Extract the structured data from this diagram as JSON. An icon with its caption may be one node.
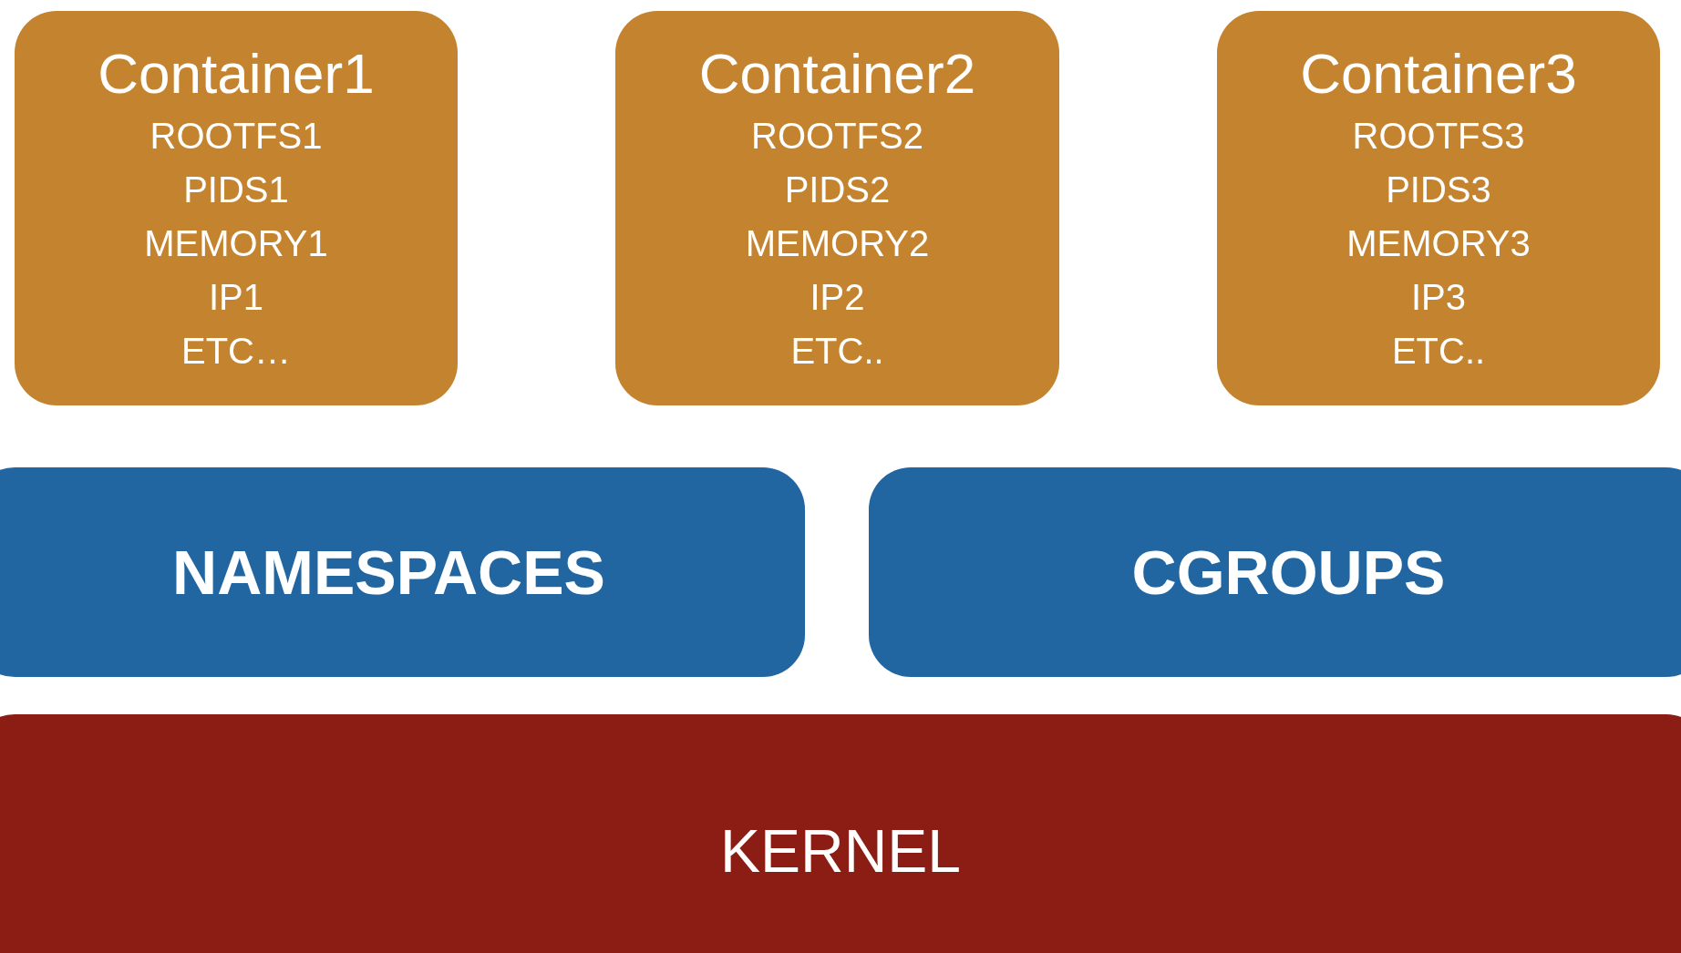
{
  "diagram": {
    "nodes": [
      {
        "text": [
          "Container1",
          "ROOTFS1",
          "PIDS1",
          "MEMORY1",
          "IP1",
          "ETC…"
        ]
      },
      {
        "text": [
          "Container2",
          "ROOTFS2",
          "PIDS2",
          "MEMORY2",
          "IP2",
          "ETC.."
        ]
      },
      {
        "text": [
          "Container3",
          "ROOTFS3",
          "PIDS3",
          "MEMORY3",
          "IP3",
          "ETC.."
        ]
      },
      {
        "text": [
          "NAMESPACES"
        ]
      },
      {
        "text": [
          "CGROUPS"
        ]
      },
      {
        "text": [
          "KERNEL"
        ]
      }
    ],
    "edges": []
  }
}
